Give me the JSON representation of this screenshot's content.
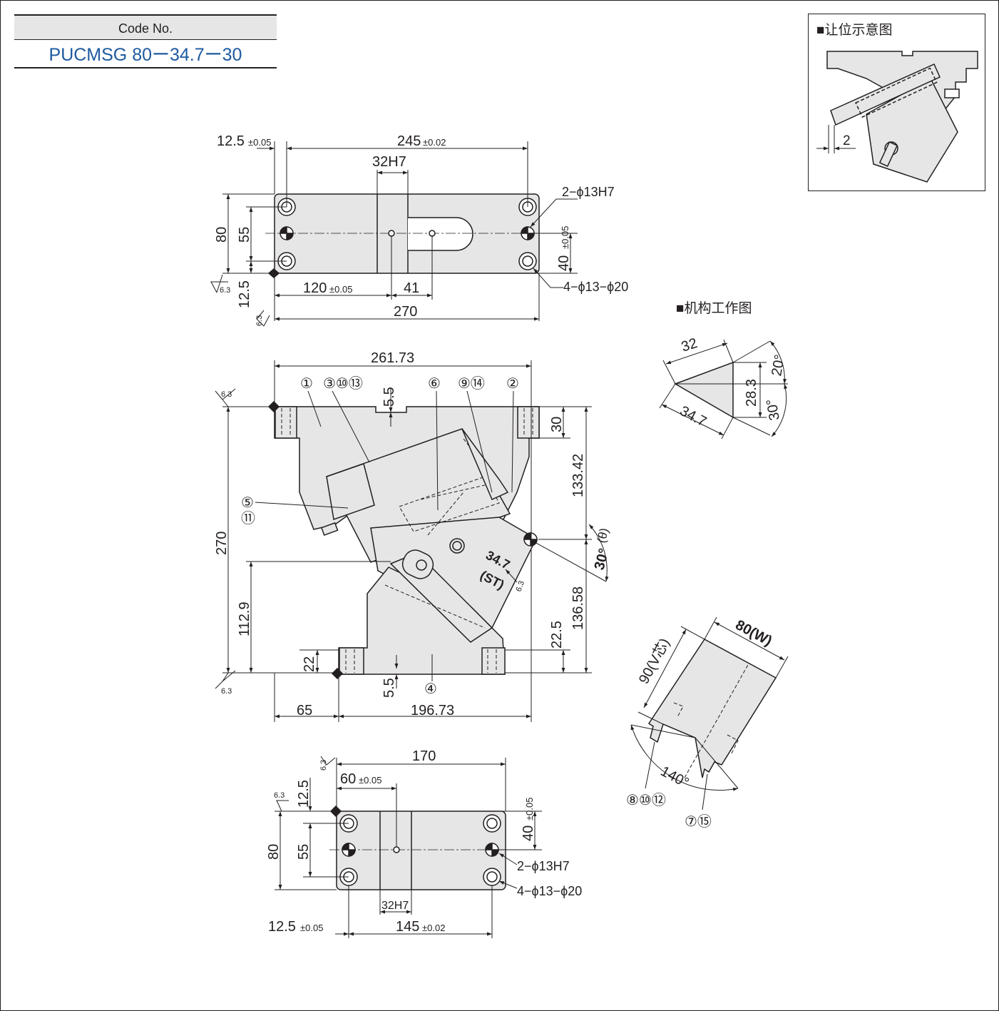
{
  "code_box": {
    "header": "Code No.",
    "value": "PUCMSG 80ー34.7ー30"
  },
  "inset_title": "■让位示意图",
  "inset_dim": "2",
  "mechanism_title": "■机构工作图",
  "accent_color": "#1e5aa0",
  "fill_color": "#e6e6e6",
  "top_view": {
    "d_12_5_tol": "12.5",
    "tol_005": "±0.05",
    "d_245": "245",
    "tol_002": "±0.02",
    "d_32h7": "32H7",
    "d_80": "80",
    "d_55": "55",
    "d_12_5": "12.5",
    "d_120": "120",
    "d_41": "41",
    "d_270": "270",
    "d_40": "40",
    "hole_a": "2−ϕ13H7",
    "hole_b": "4−ϕ13−ϕ20",
    "rough_a": "6.3",
    "rough_b": "6.3"
  },
  "front_view": {
    "d_261_73": "261.73",
    "d_5_5_top": "5.5",
    "d_30": "30",
    "d_133_42": "133.42",
    "d_270": "270",
    "d_112_9": "112.9",
    "d_22": "22",
    "d_22_5": "22.5",
    "d_136_58": "136.58",
    "d_5_5_bot": "5.5",
    "d_65": "65",
    "d_196_73": "196.73",
    "angle": "30°",
    "theta": "(θ)",
    "stroke": "34.7",
    "st": "(ST)",
    "rough_top": "6.3",
    "rough_bot": "6.3",
    "rough_right": "6.3",
    "callouts": [
      "①",
      "③⑩⑬",
      "⑥",
      "⑨⑭",
      "②",
      "⑤",
      "⑪",
      "④"
    ]
  },
  "bottom_view": {
    "d_170": "170",
    "d_60": "60",
    "tol_005": "±0.05",
    "d_12_5": "12.5",
    "d_80": "80",
    "d_55": "55",
    "d_40": "40",
    "d_32h7": "32H7",
    "d_12_5_b": "12.5",
    "d_145": "145",
    "tol_002": "±0.02",
    "hole_a": "2−ϕ13H7",
    "hole_b": "4−ϕ13−ϕ20",
    "rough_a": "6.3",
    "rough_b": "6.3"
  },
  "mechanism": {
    "d_32": "32",
    "d_28_3": "28.3",
    "d_34_7": "34.7",
    "a_20": "20°",
    "a_30": "30°"
  },
  "v_view": {
    "width": "80(W)",
    "vee": "90(V芯)",
    "angle": "140°",
    "callout_a": "⑧⑩⑫",
    "callout_b": "⑦⑮"
  }
}
